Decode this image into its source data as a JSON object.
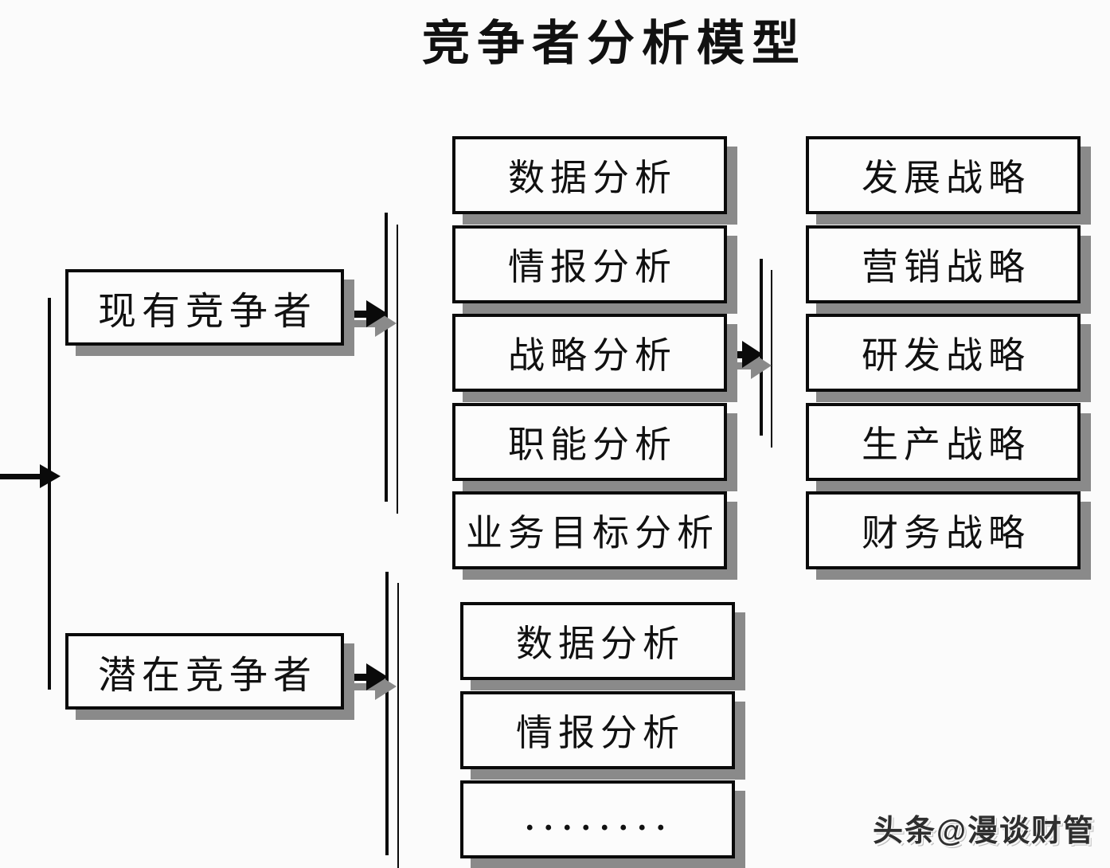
{
  "title": "竞争者分析模型",
  "nodes": {
    "existing": "现有竞争者",
    "potential": "潜在竞争者",
    "analysis_top": [
      "数据分析",
      "情报分析",
      "战略分析",
      "职能分析",
      "业务目标分析"
    ],
    "strategies": [
      "发展战略",
      "营销战略",
      "研发战略",
      "生产战略",
      "财务战略"
    ],
    "analysis_bottom": [
      "数据分析",
      "情报分析",
      "........"
    ]
  },
  "watermark": "头条@漫谈财管",
  "colors": {
    "border": "#0a0a0a",
    "shadow": "#8a8a8a",
    "background": "#fbfbfb",
    "text": "#111111"
  }
}
